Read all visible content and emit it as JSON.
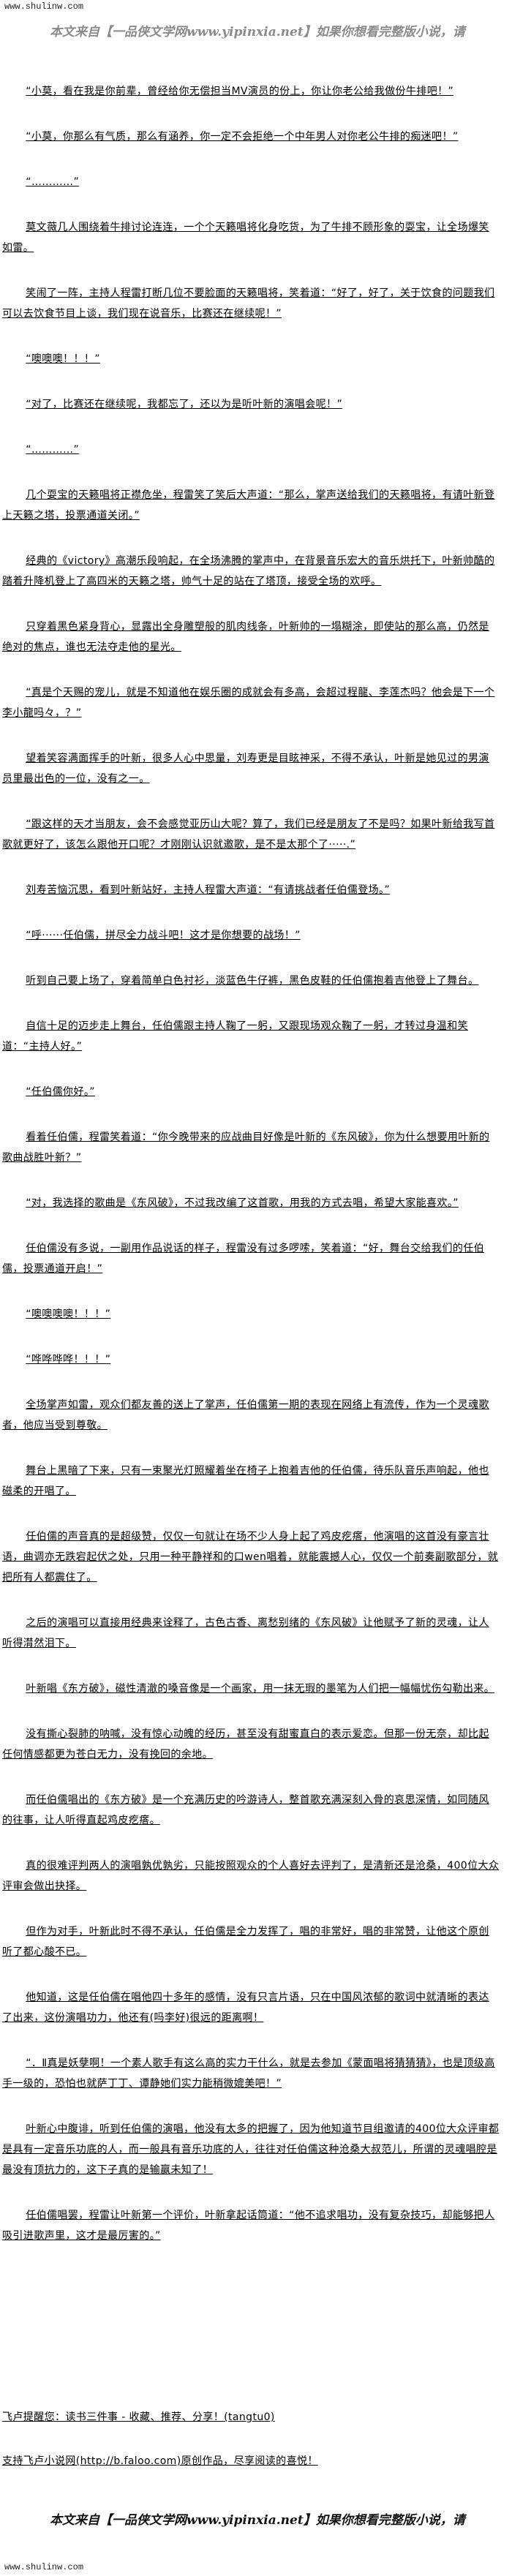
{
  "header": {
    "site": "www.shulinw.com",
    "banner": "本文来自【一品侠文学网www.yipinxia.net】如果你想看完整版小说，请"
  },
  "paragraphs": [
    "“小莫，看在我是你前辈，曾经给你无偿担当MV演员的份上，你让你老公给我做份牛排吧！”",
    "“小莫，你那么有气质，那么有涵养，你一定不会拒绝一个中年男人对你老公牛排的痴迷吧！”",
    "“…………”",
    "莫文薇几人围绕着牛排讨论连连，一个个天籁唱将化身吃货，为了牛排不顾形象的耍宝，让全场爆笑如雷。",
    "笑闹了一阵，主持人程雷打断几位不要脸面的天籁唱将，笑着道：“好了，好了，关于饮食的问题我们可以去饮食节目上谈，我们现在说音乐，比赛还在继续呢！”",
    "“噢噢噢！！！”",
    "“对了，比赛还在继续呢，我都忘了，还以为是听叶新的演唱会呢！”",
    "“…………”",
    "几个耍宝的天籁唱将正襟危坐，程雷笑了笑后大声道：“那么，掌声送给我们的天籁唱将，有请叶新登上天籁之塔，投票通道关闭。”",
    "经典的《victory》高潮乐段响起，在全场沸腾的掌声中，在背景音乐宏大的音乐烘托下，叶新帅酷的踏着升降机登上了高四米的天籁之塔，帅气十足的站在了塔顶，接受全场的欢呼。",
    "只穿着黑色紧身背心，显露出全身雕塑般的肌肉线条，叶新帅的一塌糊涂，即使站的那么高，仍然是绝对的焦点，谁也无法夺走他的星光。",
    "“真是个天赐的宠儿，就是不知道他在娱乐圈的成就会有多高，会超过程龍、李莲杰吗？他会是下一个李小龍吗々，？”",
    "望着笑容满面挥手的叶新，很多人心中思量，刘寿更是目眩神采，不得不承认，叶新是她见过的男演员里最出色的一位，没有之一。",
    "“跟这样的天才当朋友，会不会感觉亚历山大呢？算了，我们已经是朋友了不是吗？如果叶新给我写首歌就更好了，该怎么跟他开口呢？才刚刚认识就邀歌，是不是太那个了·····.”",
    "刘寿苦恼沉思，看到叶新站好，主持人程雷大声道：“有请挑战者任伯儒登场。”",
    "“呼······任伯儒，拼尽全力战斗吧！这才是你想要的战场！”",
    "听到自己要上场了，穿着简单白色衬衫，淡蓝色牛仔裤，黑色皮鞋的任伯儒抱着吉他登上了舞台。",
    "自信十足的迈步走上舞台，任伯儒跟主持人鞠了一躬，又跟现场观众鞠了一躬，才转过身温和笑道：“主持人好。”",
    "“任伯儒你好。”",
    "看着任伯儒，程雷笑着道：“你今晚带来的应战曲目好像是叶新的《东风破》，你为什么想要用叶新的歌曲战胜叶新？”",
    "“对，我选择的歌曲是《东风破》，不过我改编了这首歌，用我的方式去唱，希望大家能喜欢。”",
    "任伯儒没有多说，一副用作品说话的样子，程雷没有过多啰嗦，笑着道：“好，舞台交给我们的任伯儒，投票通道开启！”",
    "“噢噢噢噢！！！”",
    "“哗哗哗哗！！！”",
    "全场掌声如雷，观众们都友善的送上了掌声，任伯儒第一期的表现在网络上有流传，作为一个灵魂歌者，他应当受到尊敬。",
    "舞台上黑暗了下来，只有一束聚光灯照耀着坐在椅子上抱着吉他的任伯儒，待乐队音乐声响起，他也磁柔的开唱了。",
    "任伯儒的声音真的是超级赞，仅仅一句就让在场不少人身上起了鸡皮疙瘩，他演唱的这首没有豪言壮语，曲调亦无跌宕起伏之处，只用一种平静祥和的口wen唱着，就能震撼人心，仅仅一个前奏副歌部分，就把所有人都震住了。",
    "之后的演唱可以直接用经典来诠释了，古色古香、离愁别绪的《东风破》让他赋予了新的灵魂，让人听得潸然泪下。",
    "叶新唱《东方破》，磁性清澈的嗓音像是一个画家，用一抹无瑕的墨笔为人们把一幅幅忧伤勾勒出来。",
    "没有撕心裂肺的呐喊，没有惊心动魄的经历，甚至没有甜蜜直白的表示爱恋。但那一份无奈，却比起任何情感都更为苍白无力，没有挽回的余地。",
    "而任伯儒唱出的《东方破》是一个充满历史的吟游诗人，整首歌充满深刻入骨的哀思深情，如同随风的往事，让人听得直起鸡皮疙瘩。",
    "真的很难评判两人的演唱孰优孰劣，只能按照观众的个人喜好去评判了，是清新还是沧桑，400位大众评审会做出抉择。",
    "但作为对手，叶新此时不得不承认，任伯儒是全力发挥了，唱的非常好，唱的非常赞，让他这个原创听了都心酸不已。",
    "他知道，这是任伯儒在唱他四十多年的感情，没有只言片语，只在中国风浓郁的歌词中就清晰的表达了出来，这份演唱功力，他还有(吗李好)很远的距离啊！",
    "“．Ⅱ真是妖孽啊！一个素人歌手有这么高的实力干什么，就是去参加《蒙面唱将猜猜猜》，也是顶级高手一级的，恐怕也就萨丁丁、谭静她们实力能稍微媲美吧！”",
    "叶新心中腹诽，听到任伯儒的演唱，他没有太多的把握了，因为他知道节目组邀请的400位大众评审都是具有一定音乐功底的人，而一般具有音乐功底的人，往往对任伯儒这种沧桑大叔范儿，所谓的灵魂唱腔是最没有顶抗力的，这下子真的是输赢未知了！",
    "任伯儒唱罢，程雷让叶新第一个评价，叶新拿起话筒道：“他不追求唱功，没有复杂技巧，却能够把人吸引进歌声里，这才是最厉害的。”"
  ],
  "footer": {
    "reminder": "飞卢提醒您：读书三件事 - 收藏、推荐、分享！(tangtu0)",
    "support": "支持飞卢小说网(http://b.faloo.com)原创作品，尽享阅读的喜悦！",
    "banner": "本文来自【一品侠文学网www.yipinxia.net】如果你想看完整版小说，请",
    "site": "www.shulinw.com"
  }
}
